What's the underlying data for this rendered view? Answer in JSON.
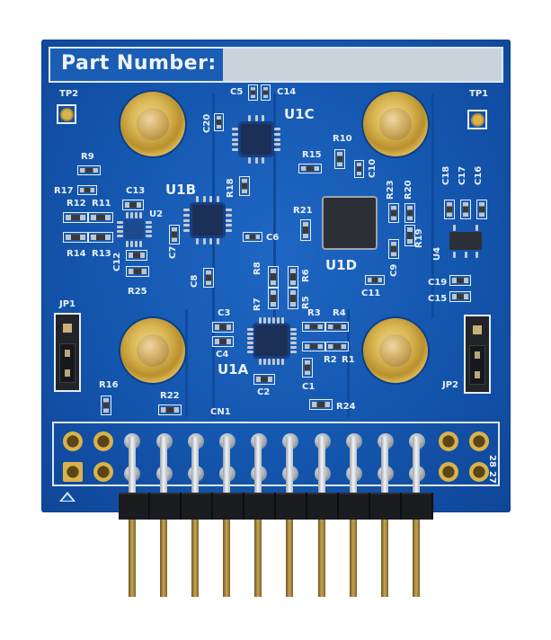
{
  "board": {
    "part_number_label": "Part Number:",
    "part_number_value": "",
    "colors": {
      "pcb": "#1456ae",
      "silkscreen": "#e9f0f8",
      "gold": "#d8b24c",
      "header_housing": "#1b1c1f"
    },
    "test_points": [
      "TP2",
      "TP1"
    ],
    "ics": [
      "U1A",
      "U1B",
      "U1C",
      "U1D",
      "U2",
      "U4"
    ],
    "jumpers": [
      "JP1",
      "JP2"
    ],
    "connector": {
      "label": "CN1",
      "pin_count_visible": 10,
      "pin_number_labels": [
        "28",
        "27"
      ]
    },
    "resistors": [
      "R1",
      "R2",
      "R3",
      "R4",
      "R5",
      "R6",
      "R7",
      "R8",
      "R9",
      "R10",
      "R11",
      "R12",
      "R13",
      "R14",
      "R15",
      "R16",
      "R17",
      "R18",
      "R19",
      "R20",
      "R21",
      "R22",
      "R23",
      "R24",
      "R25"
    ],
    "capacitors": [
      "C1",
      "C2",
      "C3",
      "C4",
      "C5",
      "C6",
      "C7",
      "C8",
      "C9",
      "C10",
      "C11",
      "C12",
      "C13",
      "C14",
      "C15",
      "C16",
      "C17",
      "C18",
      "C19",
      "C20"
    ]
  },
  "silk": {
    "tp2": "TP2",
    "tp1": "TP1",
    "c5": "C5",
    "c14": "C14",
    "u1c": "U1C",
    "c20": "C20",
    "r10": "R10",
    "r15": "R15",
    "c10": "C10",
    "r18": "R18",
    "r9": "R9",
    "r17": "R17",
    "r12": "R12",
    "r11": "R11",
    "r14": "R14",
    "r13": "R13",
    "c13": "C13",
    "u2": "U2",
    "c12": "C12",
    "r25": "R25",
    "u1b": "U1B",
    "c7": "C7",
    "c6": "C6",
    "c8": "C8",
    "r21": "R21",
    "u1d": "U1D",
    "r23": "R23",
    "r20": "R20",
    "r19": "R19",
    "c9": "C9",
    "c11": "C11",
    "c18": "C18",
    "c17": "C17",
    "c16": "C16",
    "u4": "U4",
    "c19": "C19",
    "c15": "C15",
    "r8": "R8",
    "r6": "R6",
    "r7": "R7",
    "r5": "R5",
    "r3": "R3",
    "r4": "R4",
    "r2": "R2",
    "r1": "R1",
    "c3": "C3",
    "c4": "C4",
    "u1a": "U1A",
    "c2": "C2",
    "c1": "C1",
    "r24": "R24",
    "jp1": "JP1",
    "jp2": "JP2",
    "r16": "R16",
    "r22": "R22",
    "cn1": "CN1",
    "pin28": "28",
    "pin27": "27"
  }
}
